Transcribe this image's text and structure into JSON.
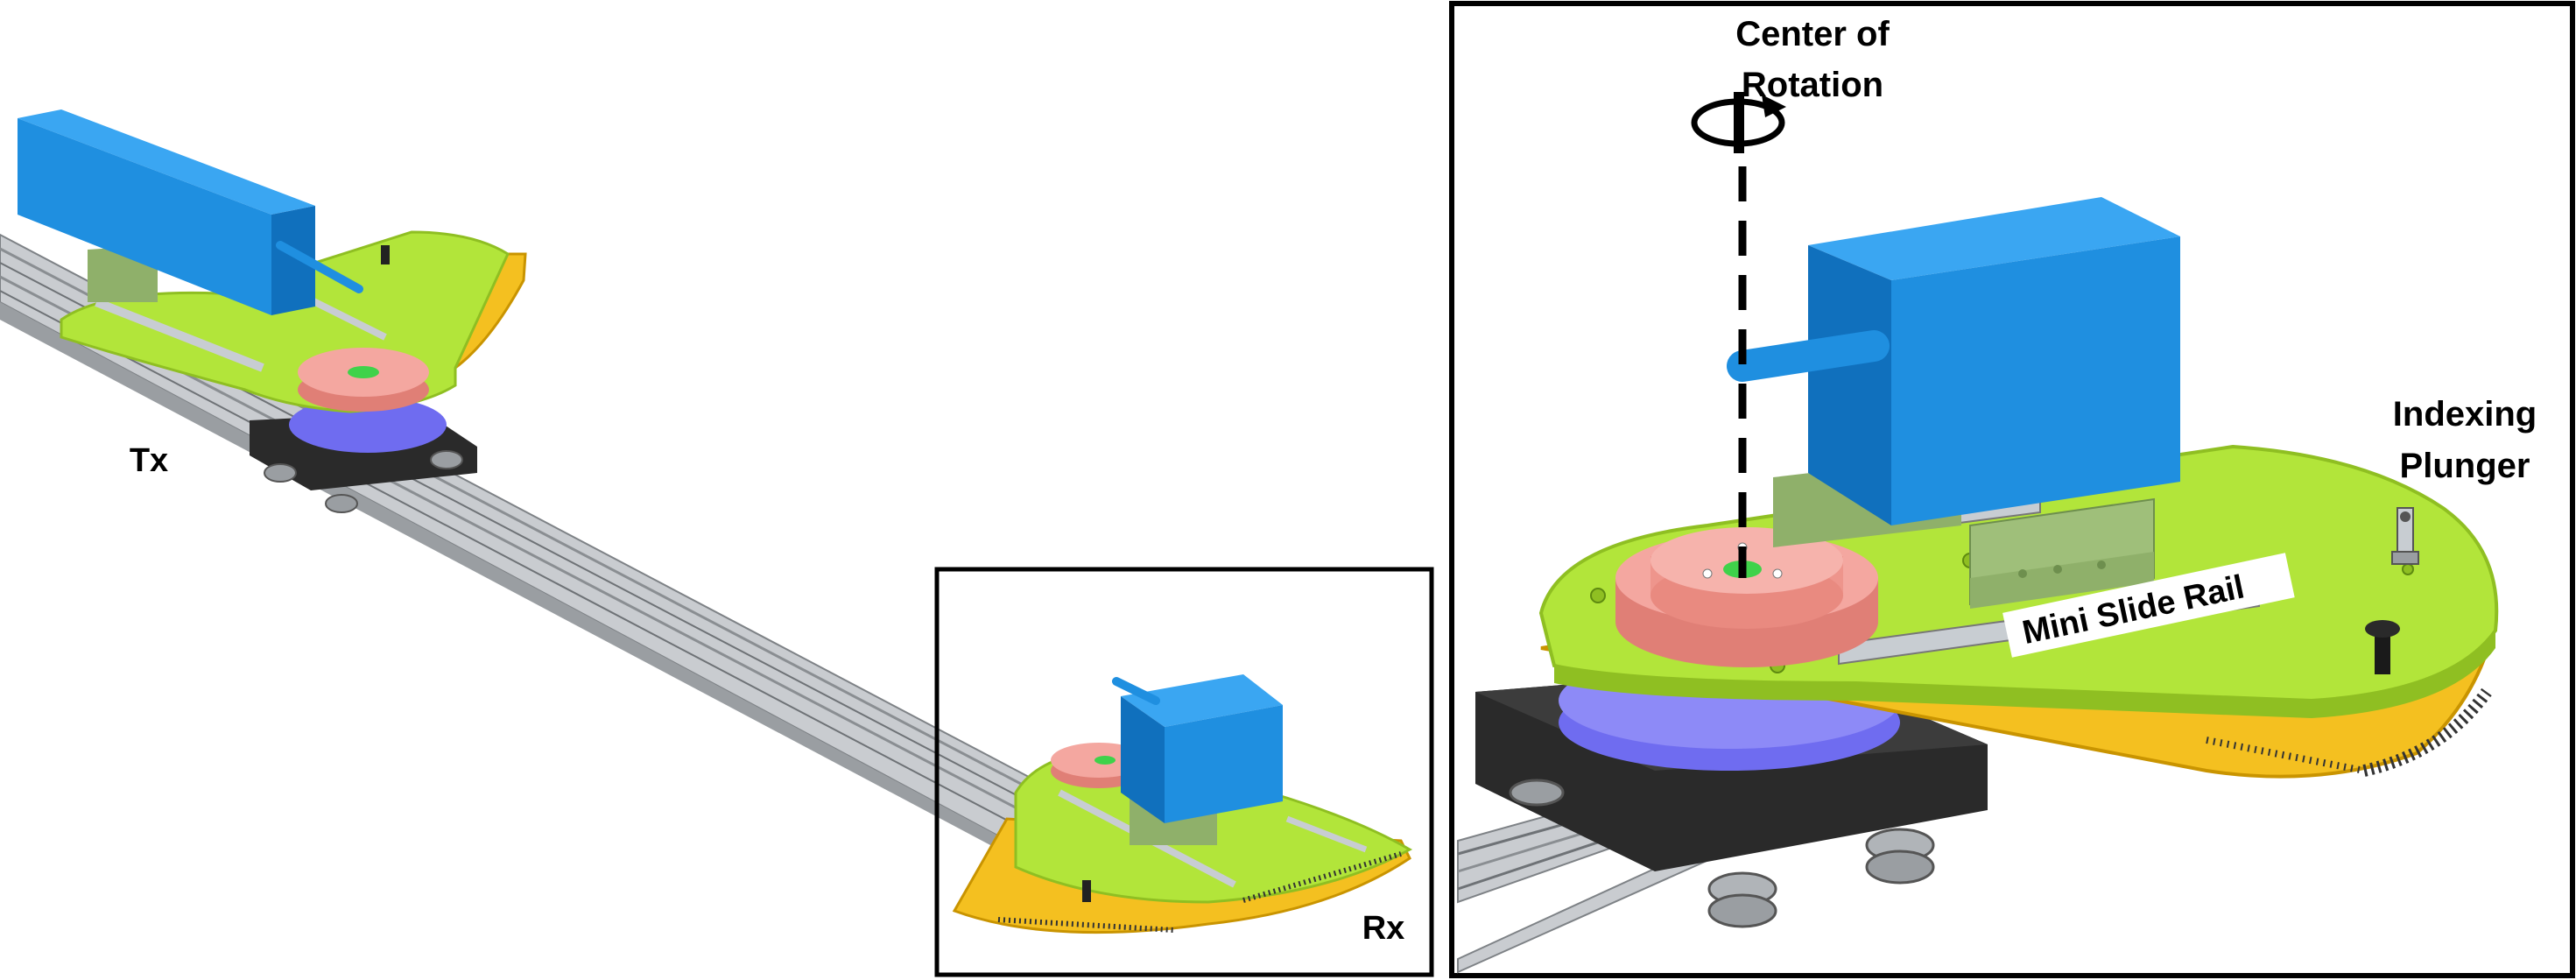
{
  "labels": {
    "tx": "Tx",
    "rx": "Rx",
    "center_of_rotation_line1": "Center of",
    "center_of_rotation_line2": "Rotation",
    "indexing_plunger_line1": "Indexing",
    "indexing_plunger_line2": "Plunger",
    "mini_slide_rail": "Mini Slide Rail"
  },
  "colors": {
    "rail": "#b9bcbf",
    "rail_dark": "#7e8286",
    "plate": "#b2e53a",
    "plate_edge": "#8fbf22",
    "protractor": "#f4c020",
    "protractor_edge": "#c99400",
    "box": "#1f8fe0",
    "box_top": "#3aa6f2",
    "box_dark": "#1070bd",
    "rotary_top": "#f4a7a0",
    "rotary_side": "#e07f76",
    "rotary_bearing": "#6f6cf0",
    "base_block": "#2a2a2a",
    "bracket": "#8fb06a",
    "slide_rail": "#c8cdd2",
    "hub": "#3fd24a",
    "frame": "#000000"
  },
  "icons": {
    "rotation": "rotation-arrow-icon"
  }
}
